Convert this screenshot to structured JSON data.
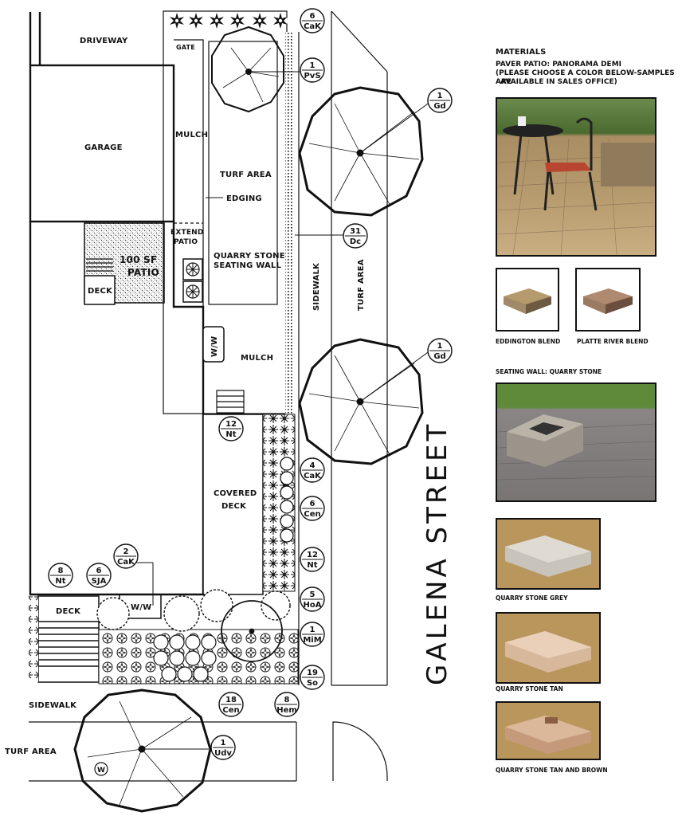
{
  "plan": {
    "driveway": "DRIVEWAY",
    "garage": "GARAGE",
    "gate": "GATE",
    "mulch_top": "MULCH",
    "turf_area_yard": "TURF AREA",
    "edging": "EDGING",
    "extend_patio_1": "EXTEND",
    "extend_patio_2": "PATIO",
    "quarry_wall_1": "QUARRY STONE",
    "quarry_wall_2": "SEATING WALL",
    "patio_1": "100 SF",
    "patio_2": "PATIO",
    "deck_upper": "DECK",
    "ww_upper": "W/W",
    "mulch_mid": "MULCH",
    "covered_deck_1": "COVERED",
    "covered_deck_2": "DECK",
    "deck_lower": "DECK",
    "ww_lower": "W/W",
    "sidewalk_vertical": "SIDEWALK",
    "turf_area_parkway": "TURF AREA",
    "sidewalk_bottom": "SIDEWALK",
    "turf_area_bottom": "TURF AREA",
    "w_marker": "W",
    "street_name": "GALENA STREET"
  },
  "tags": [
    {
      "id": "cak-top",
      "n": "6",
      "c": "CaK"
    },
    {
      "id": "pvs",
      "n": "1",
      "c": "PvS"
    },
    {
      "id": "gd-top",
      "n": "1",
      "c": "Gd"
    },
    {
      "id": "dc",
      "n": "31",
      "c": "Dc"
    },
    {
      "id": "gd-mid",
      "n": "1",
      "c": "Gd"
    },
    {
      "id": "nt-12a",
      "n": "12",
      "c": "Nt"
    },
    {
      "id": "cak-4",
      "n": "4",
      "c": "CaK"
    },
    {
      "id": "cen-6",
      "n": "6",
      "c": "Cen"
    },
    {
      "id": "nt-12b",
      "n": "12",
      "c": "Nt"
    },
    {
      "id": "cak-2",
      "n": "2",
      "c": "CaK"
    },
    {
      "id": "nt-8",
      "n": "8",
      "c": "Nt"
    },
    {
      "id": "sja",
      "n": "6",
      "c": "SJA"
    },
    {
      "id": "hoa",
      "n": "5",
      "c": "HoA"
    },
    {
      "id": "mim",
      "n": "1",
      "c": "MiM"
    },
    {
      "id": "so",
      "n": "19",
      "c": "So"
    },
    {
      "id": "cen-18",
      "n": "18",
      "c": "Cen"
    },
    {
      "id": "hem",
      "n": "8",
      "c": "Hem"
    },
    {
      "id": "udv",
      "n": "1",
      "c": "Udv"
    }
  ],
  "materials": {
    "title": "MATERIALS",
    "paver_line1": "PAVER PATIO: PANORAMA DEMI",
    "paver_line2": "(PLEASE CHOOSE A COLOR BELOW-SAMPLES ARE",
    "paver_line3": "AVAILABLE IN SALES OFFICE)",
    "blend1": "EDDINGTON BLEND",
    "blend2": "PLATTE RIVER BLEND",
    "seating_wall": "SEATING WALL: QUARRY STONE",
    "grey": "QUARRY STONE GREY",
    "tan": "QUARRY STONE TAN",
    "tan_brown": "QUARRY STONE TAN AND BROWN"
  },
  "colors": {
    "line": "#111111",
    "paver_tan": "#b59a6e",
    "paver_dark": "#6e5a43",
    "cobble_grey": "#8a8585",
    "grass": "#5f8a3a",
    "stone_grey": "#c9c4bb",
    "stone_tan": "#d8b89a",
    "dirt": "#b8965c"
  }
}
